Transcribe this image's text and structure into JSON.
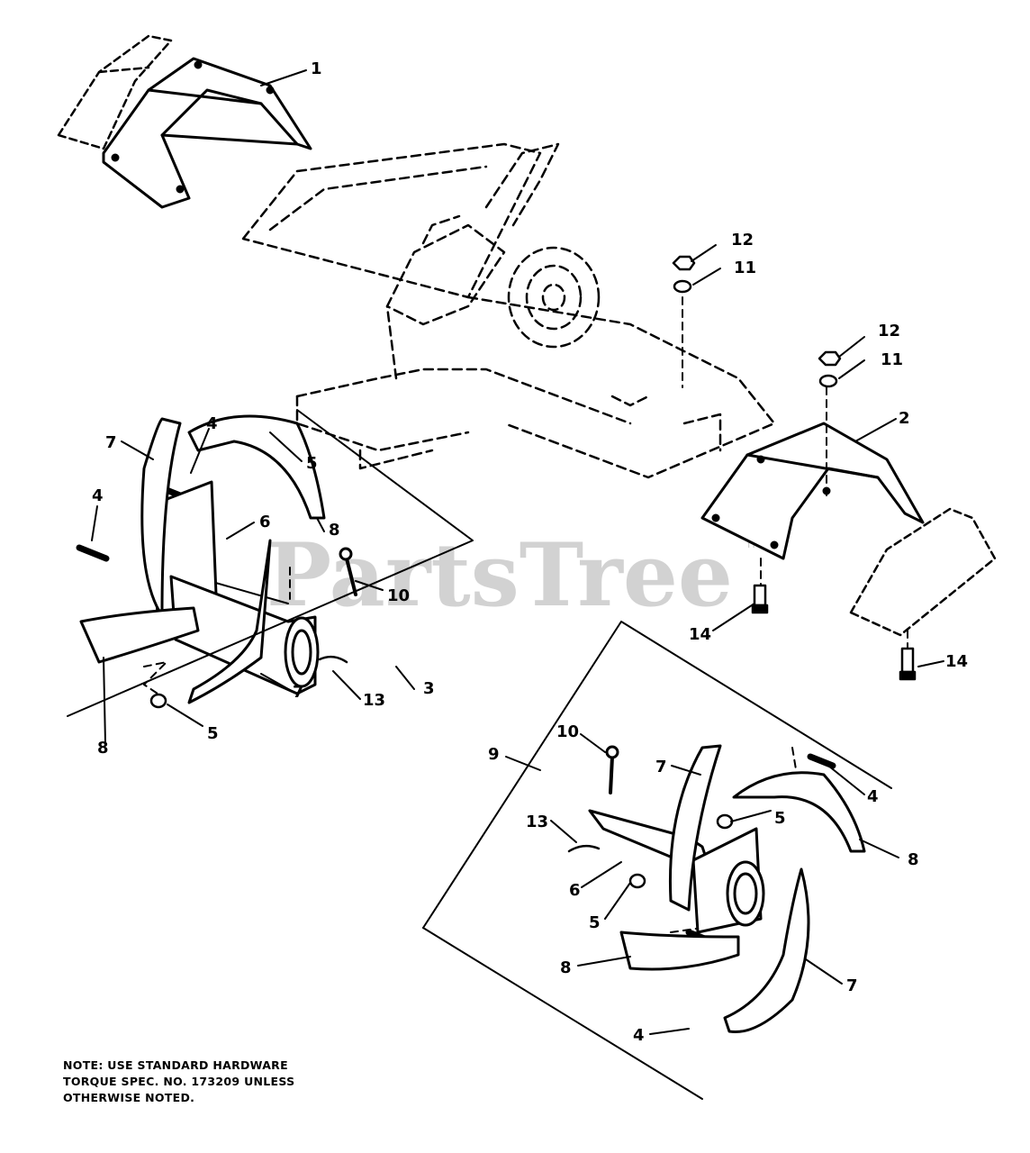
{
  "callouts": [
    {
      "id": "c1",
      "text": "1"
    },
    {
      "id": "c2",
      "text": "2"
    },
    {
      "id": "c3",
      "text": "3"
    },
    {
      "id": "c4a",
      "text": "4"
    },
    {
      "id": "c4b",
      "text": "4"
    },
    {
      "id": "c4c",
      "text": "4"
    },
    {
      "id": "c4d",
      "text": "4"
    },
    {
      "id": "c5a",
      "text": "5"
    },
    {
      "id": "c5b",
      "text": "5"
    },
    {
      "id": "c5c",
      "text": "5"
    },
    {
      "id": "c5d",
      "text": "5"
    },
    {
      "id": "c6a",
      "text": "6"
    },
    {
      "id": "c6b",
      "text": "6"
    },
    {
      "id": "c7a",
      "text": "7"
    },
    {
      "id": "c7b",
      "text": "7"
    },
    {
      "id": "c7c",
      "text": "7"
    },
    {
      "id": "c7d",
      "text": "7"
    },
    {
      "id": "c8a",
      "text": "8"
    },
    {
      "id": "c8b",
      "text": "8"
    },
    {
      "id": "c8c",
      "text": "8"
    },
    {
      "id": "c8d",
      "text": "8"
    },
    {
      "id": "c9",
      "text": "9"
    },
    {
      "id": "c10a",
      "text": "10"
    },
    {
      "id": "c10b",
      "text": "10"
    },
    {
      "id": "c11a",
      "text": "11"
    },
    {
      "id": "c11b",
      "text": "11"
    },
    {
      "id": "c12a",
      "text": "12"
    },
    {
      "id": "c12b",
      "text": "12"
    },
    {
      "id": "c13a",
      "text": "13"
    },
    {
      "id": "c13b",
      "text": "13"
    },
    {
      "id": "c14a",
      "text": "14"
    },
    {
      "id": "c14b",
      "text": "14"
    }
  ],
  "note": {
    "line1": "NOTE:  USE STANDARD HARDWARE",
    "line2": "TORQUE SPEC. NO. 173209 UNLESS",
    "line3": "OTHERWISE NOTED."
  },
  "watermark": {
    "text": "PartsTree",
    "trademark": "TM"
  },
  "colors": {
    "ink": "#000000",
    "watermark": "#c8c8c8",
    "background": "#ffffff"
  }
}
